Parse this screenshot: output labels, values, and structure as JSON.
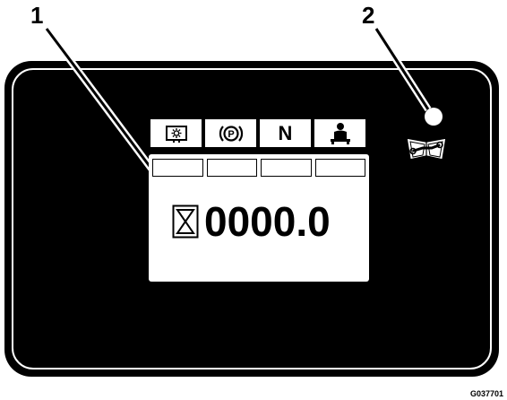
{
  "callouts": {
    "one": "1",
    "two": "2"
  },
  "icon_strip": {
    "icons": [
      "light-warning-icon",
      "parking-brake-icon",
      "neutral-icon",
      "operator-seat-icon"
    ],
    "neutral_label": "N",
    "parking_label": "P"
  },
  "display": {
    "hour_meter_value": "0000.0",
    "hour_meter_icon": "hourglass-icon"
  },
  "indicators": {
    "service_icon": "service-manual-icon"
  },
  "figure_code": "G037701",
  "colors": {
    "panel": "#000000",
    "display": "#ffffff",
    "text": "#000000"
  }
}
